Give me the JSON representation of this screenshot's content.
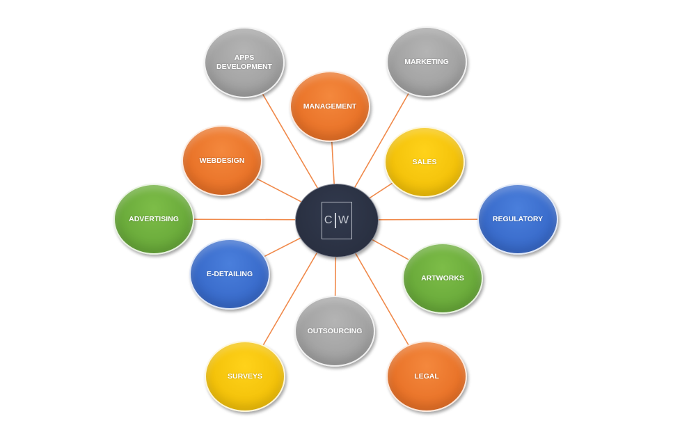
{
  "hub": {
    "logo_text": "C|W",
    "logo_left": "C",
    "logo_right": "W"
  },
  "nodes": [
    {
      "id": "apps-development",
      "label": "APPS DEVELOPMENT",
      "color": "gray"
    },
    {
      "id": "marketing",
      "label": "MARKETING",
      "color": "gray"
    },
    {
      "id": "management",
      "label": "MANAGEMENT",
      "color": "orange"
    },
    {
      "id": "sales",
      "label": "SALES",
      "color": "yellow"
    },
    {
      "id": "webdesign",
      "label": "WEBDESIGN",
      "color": "orange"
    },
    {
      "id": "advertising",
      "label": "ADVERTISING",
      "color": "green"
    },
    {
      "id": "regulatory",
      "label": "REGULATORY",
      "color": "blue"
    },
    {
      "id": "e-detailing",
      "label": "E-DETAILING",
      "color": "blue"
    },
    {
      "id": "artworks",
      "label": "ARTWORKS",
      "color": "green"
    },
    {
      "id": "outsourcing",
      "label": "OUTSOURCING",
      "color": "gray"
    },
    {
      "id": "surveys",
      "label": "SURVEYS",
      "color": "yellow"
    },
    {
      "id": "legal",
      "label": "LEGAL",
      "color": "orange"
    }
  ],
  "connector_color": "#f0894a"
}
